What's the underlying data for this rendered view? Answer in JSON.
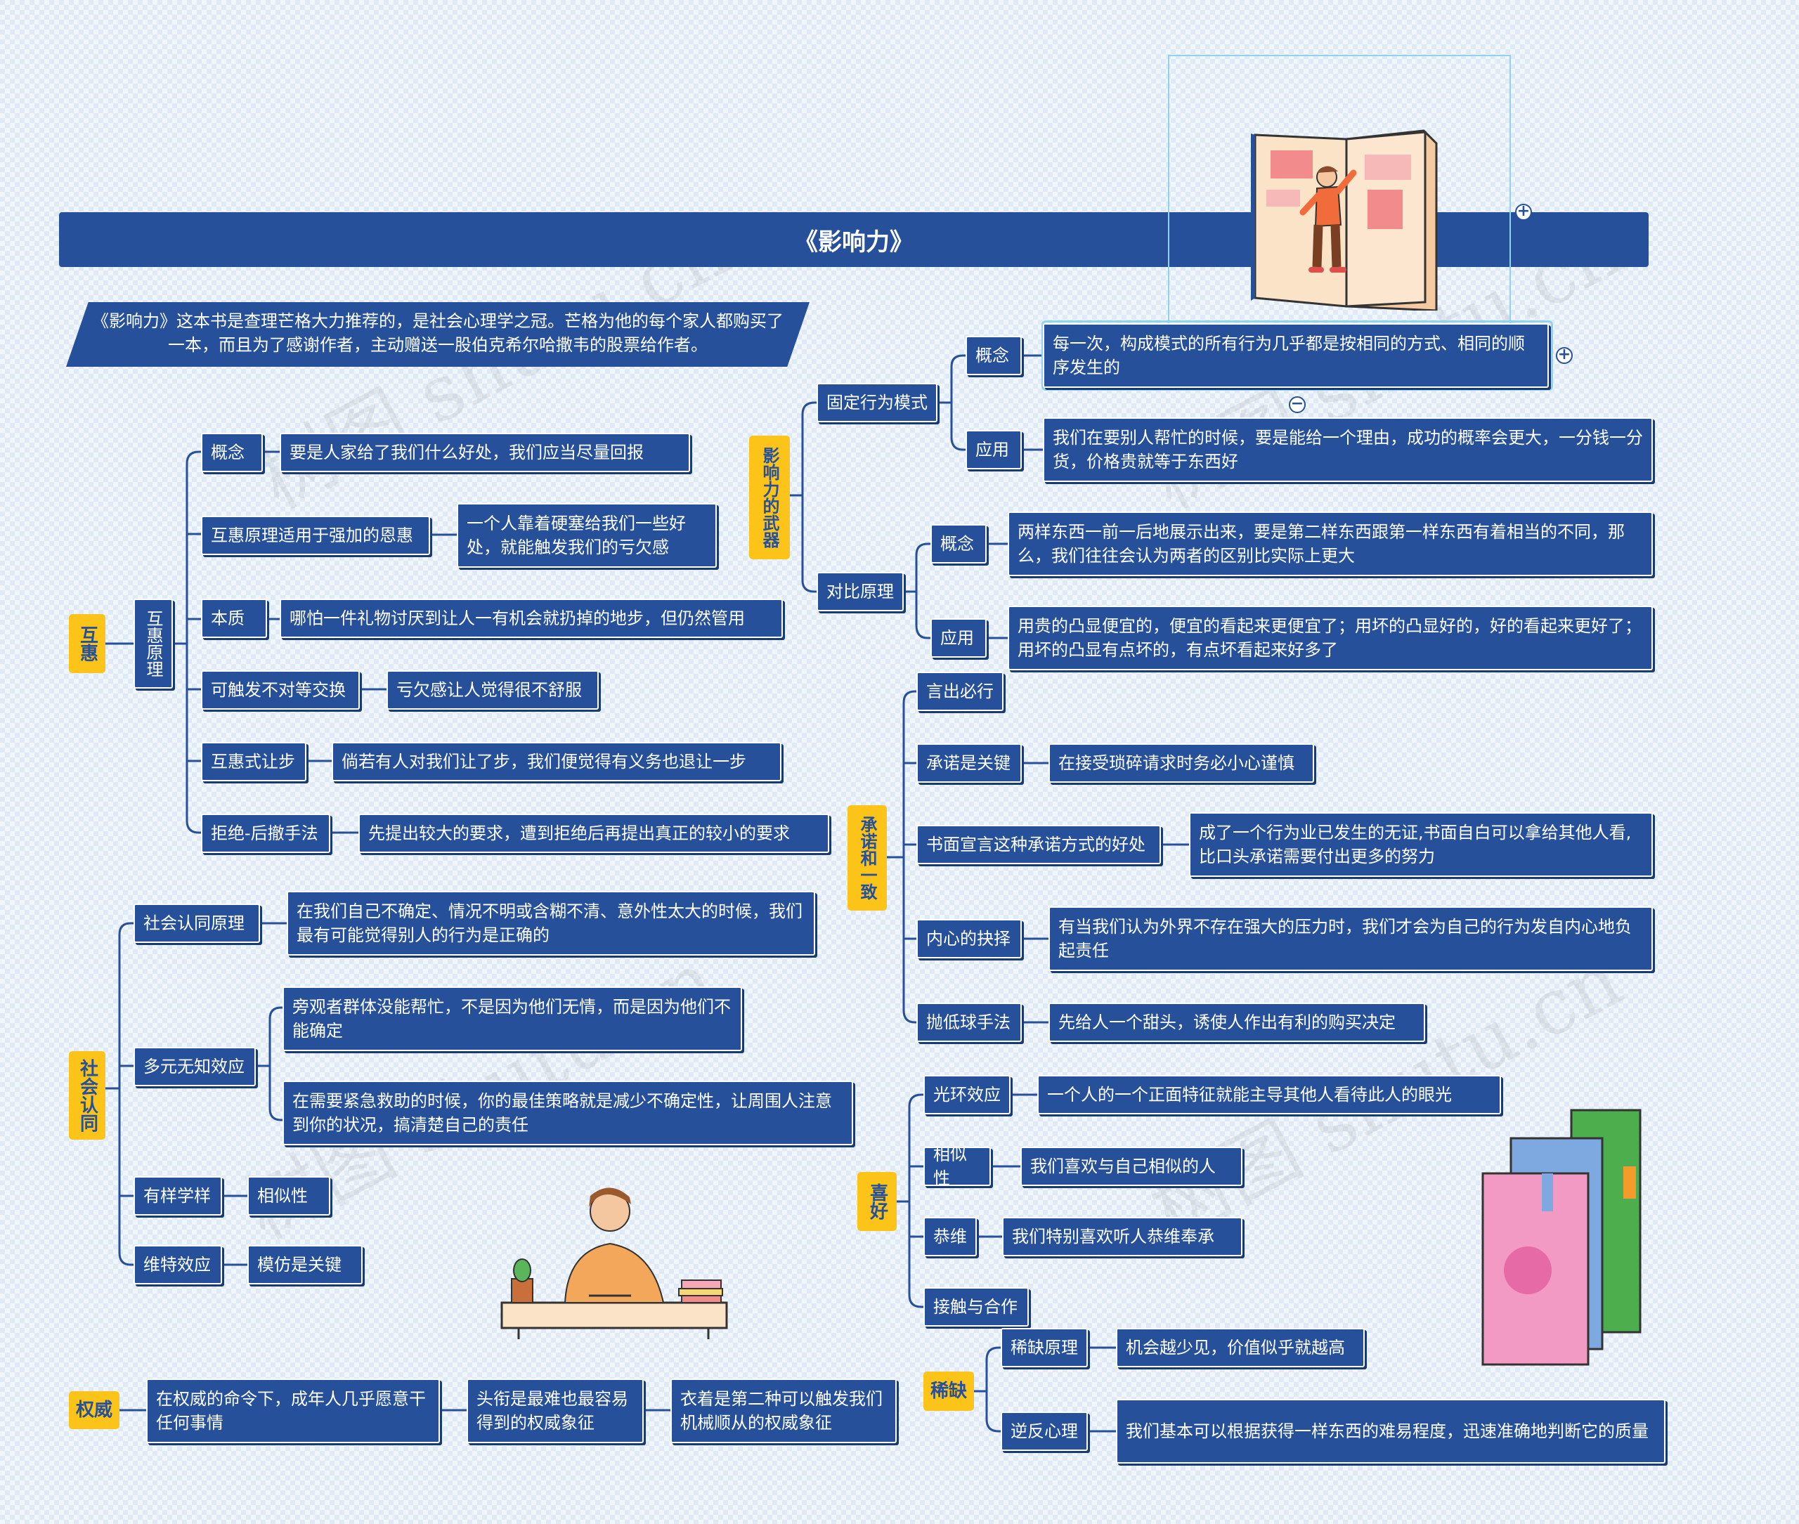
{
  "title": "《影响力》",
  "intro": "《影响力》这本书是查理芒格大力推荐的，是社会心理学之冠。芒格为他的每个家人都购买了一本，而且为了感谢作者，主动赠送一股伯克希尔哈撒韦的股票给作者。",
  "watermark": "树图 shutu.cn",
  "reciprocity": {
    "label": "互惠",
    "principle": "互惠原理",
    "items": [
      {
        "label": "概念",
        "text": "要是人家给了我们什么好处，我们应当尽量回报"
      },
      {
        "label": "互惠原理适用于强加的恩惠",
        "text": "一个人靠着硬塞给我们一些好处，就能触发我们的亏欠感"
      },
      {
        "label": "本质",
        "text": "哪怕一件礼物讨厌到让人一有机会就扔掉的地步，但仍然管用"
      },
      {
        "label": "可触发不对等交换",
        "text": "亏欠感让人觉得很不舒服"
      },
      {
        "label": "互惠式让步",
        "text": "倘若有人对我们让了步，我们便觉得有义务也退让一步"
      },
      {
        "label": "拒绝-后撤手法",
        "text": "先提出较大的要求，遭到拒绝后再提出真正的较小的要求"
      }
    ]
  },
  "social_proof": {
    "label": "社会认同",
    "items": [
      {
        "label": "社会认同原理",
        "texts": [
          "在我们自己不确定、情况不明或含糊不清、意外性太大的时候，我们最有可能觉得别人的行为是正确的"
        ]
      },
      {
        "label": "多元无知效应",
        "texts": [
          "旁观者群体没能帮忙，不是因为他们无情，而是因为他们不能确定",
          "在需要紧急救助的时候，你的最佳策略就是减少不确定性，让周围人注意到你的状况，搞清楚自己的责任"
        ]
      },
      {
        "label": "有样学样",
        "texts": [
          "相似性"
        ]
      },
      {
        "label": "维特效应",
        "texts": [
          "模仿是关键"
        ]
      }
    ]
  },
  "authority": {
    "label": "权威",
    "items": [
      "在权威的命令下，成年人几乎愿意干任何事情",
      "头衔是最难也最容易得到的权威象征",
      "衣着是第二种可以触发我们机械顺从的权威象征"
    ]
  },
  "weapons": {
    "label": "影响力的武器",
    "fixed": {
      "label": "固定行为模式",
      "items": [
        {
          "label": "概念",
          "text": "每一次，构成模式的所有行为几乎都是按相同的方式、相同的顺序发生的"
        },
        {
          "label": "应用",
          "text": "我们在要别人帮忙的时候，要是能给一个理由，成功的概率会更大，一分钱一分货，价格贵就等于东西好"
        }
      ]
    },
    "contrast": {
      "label": "对比原理",
      "items": [
        {
          "label": "概念",
          "text": "两样东西一前一后地展示出来，要是第二样东西跟第一样东西有着相当的不同，那么，我们往往会认为两者的区别比实际上更大"
        },
        {
          "label": "应用",
          "text": "用贵的凸显便宜的，便宜的看起来更便宜了；用坏的凸显好的，好的看起来更好了；用坏的凸显有点坏的，有点坏看起来好多了"
        }
      ]
    }
  },
  "commitment": {
    "label": "承诺和一致",
    "items": [
      {
        "label": "言出必行",
        "text": ""
      },
      {
        "label": "承诺是关键",
        "text": "在接受琐碎请求时务必小心谨慎"
      },
      {
        "label": "书面宣言这种承诺方式的好处",
        "text": "成了一个行为业已发生的无证,书面自白可以拿给其他人看,比口头承诺需要付出更多的努力"
      },
      {
        "label": "内心的抉择",
        "text": "有当我们认为外界不存在强大的压力时，我们才会为自己的行为发自内心地负起责任"
      },
      {
        "label": "抛低球手法",
        "text": "先给人一个甜头，诱使人作出有利的购买决定"
      }
    ]
  },
  "liking": {
    "label": "喜好",
    "items": [
      {
        "label": "光环效应",
        "text": "一个人的一个正面特征就能主导其他人看待此人的眼光"
      },
      {
        "label": "相似性",
        "text": "我们喜欢与自己相似的人"
      },
      {
        "label": "恭维",
        "text": "我们特别喜欢听人恭维奉承"
      },
      {
        "label": "接触与合作",
        "text": ""
      }
    ]
  },
  "scarcity": {
    "label": "稀缺",
    "items": [
      {
        "label": "稀缺原理",
        "text": "机会越少见，价值似乎就越高"
      },
      {
        "label": "逆反心理",
        "text": "我们基本可以根据获得一样东西的难易程度，迅速准确地判断它的质量"
      }
    ]
  },
  "colors": {
    "node": "#26509a",
    "accent": "#fcc419",
    "line": "#26509a",
    "select": "#8fd3ee"
  }
}
